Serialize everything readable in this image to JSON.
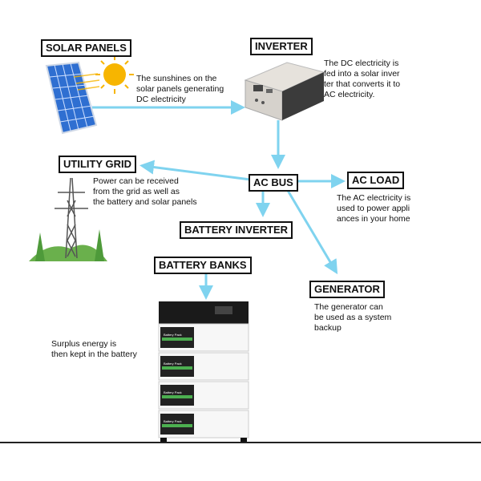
{
  "nodes": {
    "solar_panels": "SOLAR PANELS",
    "inverter": "INVERTER",
    "utility_grid": "UTILITY GRID",
    "ac_bus": "AC BUS",
    "ac_load": "AC LOAD",
    "battery_inverter": "BATTERY INVERTER",
    "battery_banks": "BATTERY BANKS",
    "generator": "GENERATOR"
  },
  "descriptions": {
    "solar": [
      "The sunshines on the",
      "solar panels generating",
      "DC electricity"
    ],
    "inverter": [
      "The DC electricity is",
      "fed into a solar inver",
      "ter that converts it to",
      "AC electricity."
    ],
    "grid": [
      "Power can be received",
      "from the grid as well as",
      "the battery and solar panels"
    ],
    "load": [
      "The AC electricity is",
      "used to power appli",
      "ances in your home"
    ],
    "generator": [
      "The generator can",
      "be used as a system",
      "backup"
    ],
    "battery": [
      "Surplus energy is",
      "then kept in the battery"
    ]
  },
  "battery_pack_label": "Battery Pack",
  "colors": {
    "arrow": "#7fd3ef",
    "panel": "#2f6fd1",
    "sun": "#f7b500",
    "grass": "#6ab04c"
  }
}
